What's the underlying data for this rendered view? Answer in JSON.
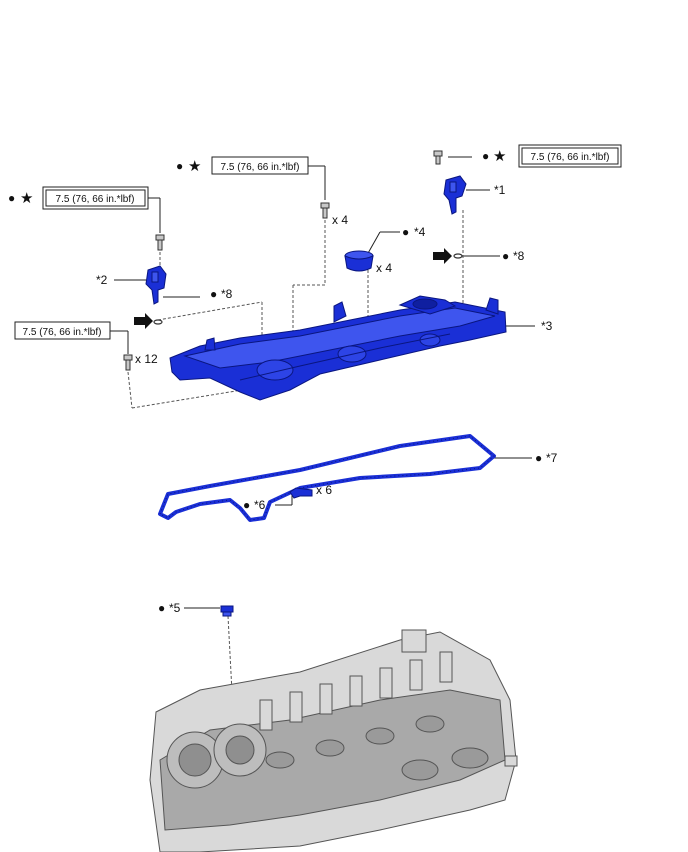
{
  "torque_spec": "7.5 (76, 66 in.*lbf)",
  "callouts": {
    "c1": "*1",
    "c2": "*2",
    "c3": "*3",
    "c4": "*4",
    "c5": "*5",
    "c6": "*6",
    "c7": "*7",
    "c8a": "*8",
    "c8b": "*8"
  },
  "quantities": {
    "bolts_top": "x 4",
    "caps": "x 4",
    "bolts_side": "x 12",
    "clips": "x 6"
  },
  "symbols": {
    "dot": "●",
    "star": "★"
  },
  "colors": {
    "part_blue": "#1a2fd6",
    "engine_gray": "#d9d9d9"
  }
}
